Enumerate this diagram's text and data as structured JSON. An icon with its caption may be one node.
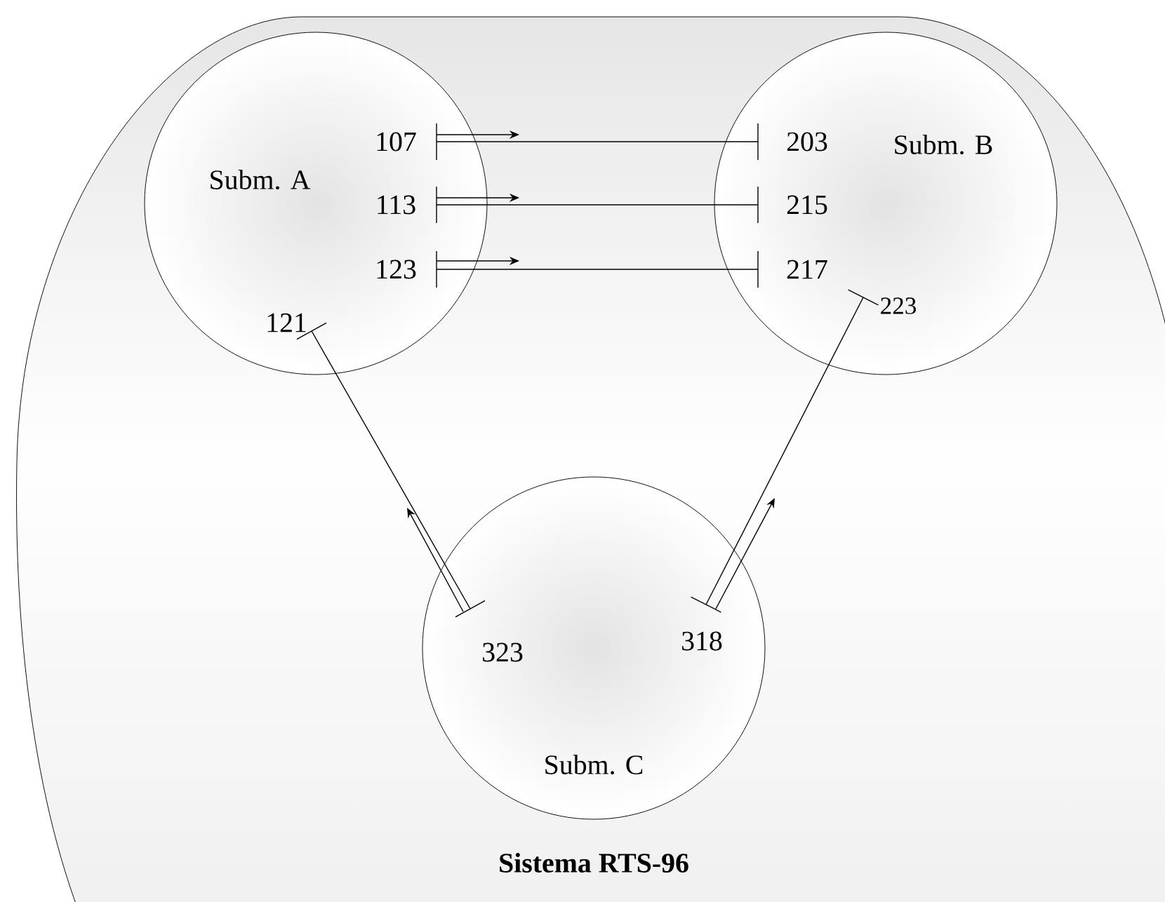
{
  "diagram": {
    "nodes": [
      {
        "text": [
          "Sistema RTS-96"
        ]
      },
      {
        "text": [
          "Subm. A"
        ],
        "in": 0
      },
      {
        "text": [
          "Subm. B"
        ],
        "in": 0
      },
      {
        "text": [
          "Subm. C"
        ],
        "in": 0
      },
      {
        "text": [
          "107"
        ],
        "in": 1
      },
      {
        "text": [
          "113"
        ],
        "in": 1
      },
      {
        "text": [
          "123"
        ],
        "in": 1
      },
      {
        "text": [
          "121"
        ],
        "in": 1
      },
      {
        "text": [
          "203"
        ],
        "in": 2
      },
      {
        "text": [
          "215"
        ],
        "in": 2
      },
      {
        "text": [
          "217"
        ],
        "in": 2
      },
      {
        "text": [
          "223"
        ],
        "in": 2
      },
      {
        "text": [
          "323"
        ],
        "in": 3
      },
      {
        "text": [
          "318"
        ],
        "in": 3
      }
    ],
    "edges": [
      {
        "from": 4,
        "to": 8,
        "arrow": "none"
      },
      {
        "from": 5,
        "to": 9,
        "arrow": "none"
      },
      {
        "from": 6,
        "to": 10,
        "arrow": "none"
      },
      {
        "from": 12,
        "to": 7,
        "arrow": "none"
      },
      {
        "from": 13,
        "to": 11,
        "arrow": "none"
      }
    ]
  }
}
